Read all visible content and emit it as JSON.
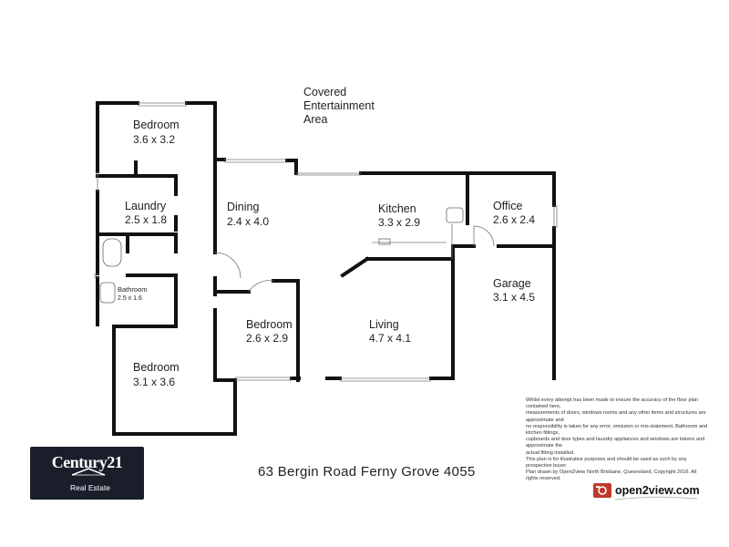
{
  "rooms": {
    "bedroom1": {
      "name": "Bedroom",
      "dim": "3.6 x 3.2"
    },
    "laundry": {
      "name": "Laundry",
      "dim": "2.5 x 1.8"
    },
    "bathroom": {
      "name": "Bathroom",
      "dim": "2.5 x 1.6"
    },
    "bedroom3": {
      "name": "Bedroom",
      "dim": "3.1 x 3.6"
    },
    "dining": {
      "name": "Dining",
      "dim": "2.4 x 4.0"
    },
    "bedroom2": {
      "name": "Bedroom",
      "dim": "2.6 x 2.9"
    },
    "living": {
      "name": "Living",
      "dim": "4.7 x 4.1"
    },
    "kitchen": {
      "name": "Kitchen",
      "dim": "3.3 x 2.9"
    },
    "office": {
      "name": "Office",
      "dim": "2.6 x 2.4"
    },
    "garage": {
      "name": "Garage",
      "dim": "3.1 x 4.5"
    }
  },
  "covered_area": {
    "line1": "Covered",
    "line2": "Entertainment",
    "line3": "Area"
  },
  "address": "63  Bergin Road  Ferny Grove 4055",
  "disclaimer": [
    "Whilst every attempt has been made to ensure the accuracy of the floor plan contained here,",
    "measurements of doors, windows rooms and any other items and structures are approximate and",
    "no responsibility is taken for any error, omission or mis-statement. Bathroom and kitchen fittings,",
    "cupboards and door types and laundry appliances and windows are tokens and approximate the",
    "actual fitting installed.",
    "This plan is for illustrative purposes and should be used as such by any prospective buyer.",
    "Plan drawn by OpenZview North Brisbane, Queensland, Copyright 2016. All rights reserved."
  ],
  "logos": {
    "century21": {
      "word": "Century21",
      "sub": "Real Estate",
      "bg": "#1a1e2a"
    },
    "open2view": {
      "word": "open2view.com",
      "accent": "#c0392b"
    }
  },
  "colors": {
    "wall": "#111111",
    "background": "#ffffff"
  }
}
